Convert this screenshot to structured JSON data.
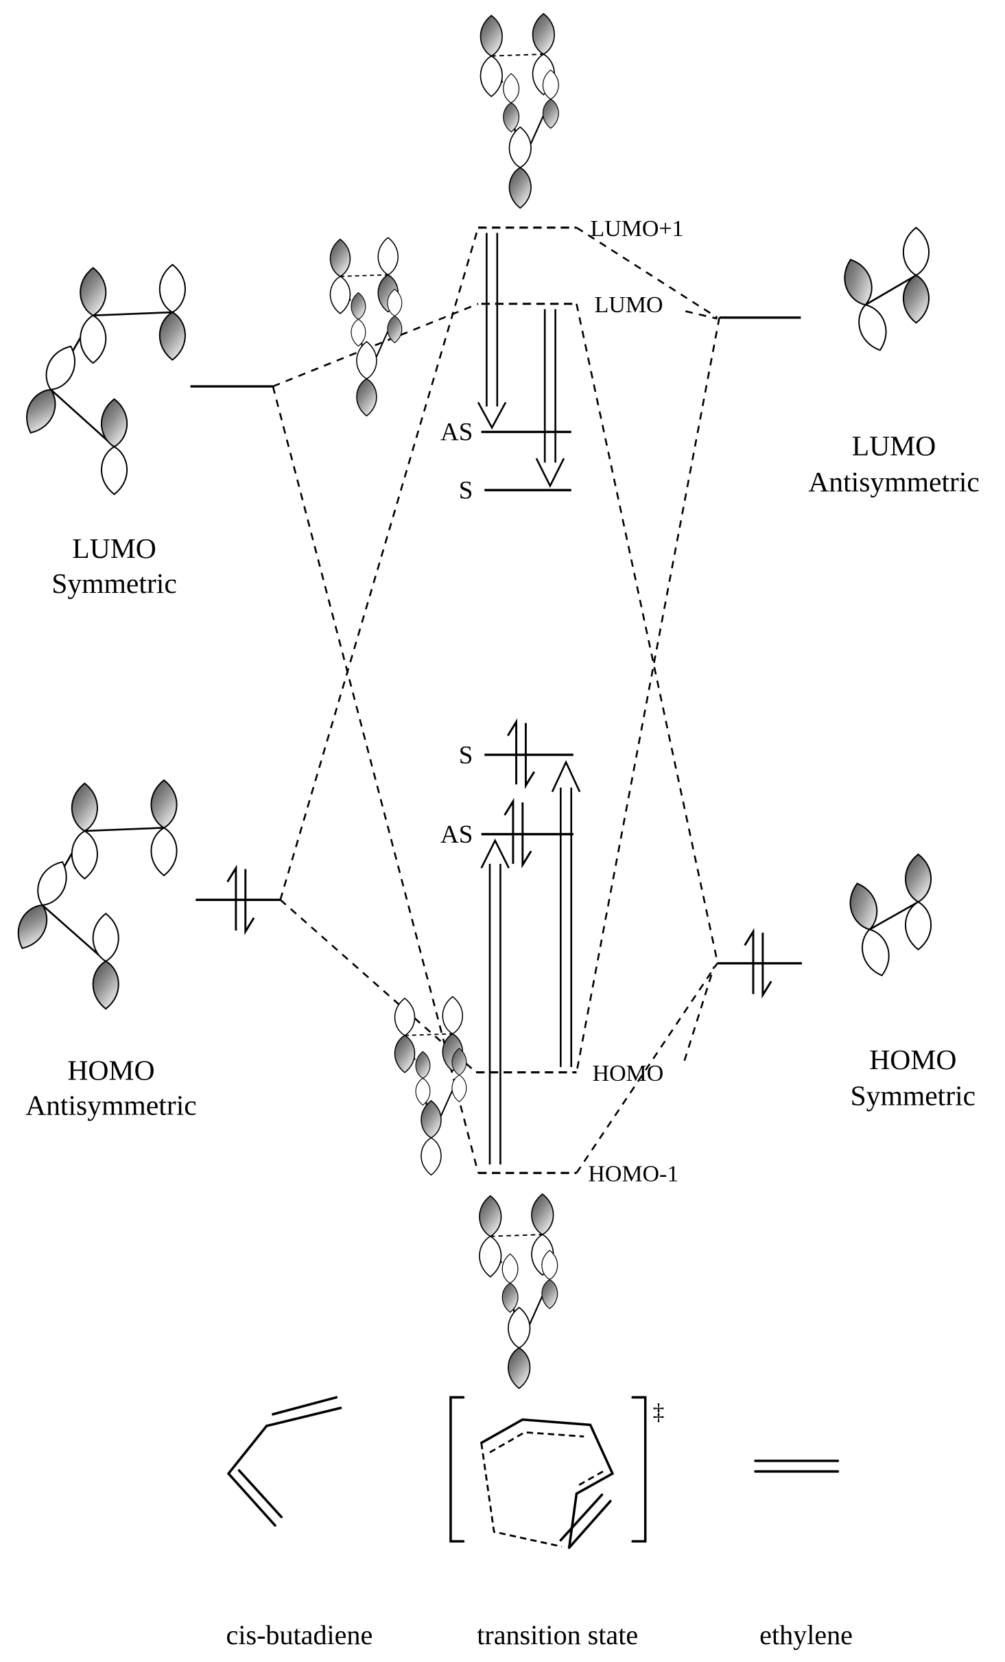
{
  "diagram": {
    "center": {
      "ts_levels": {
        "lumo_plus_1": "LUMO+1",
        "lumo": "LUMO",
        "homo": "HOMO",
        "homo_minus_1": "HOMO-1"
      },
      "combo_levels": {
        "as_upper": "AS",
        "s_upper": "S",
        "s_lower": "S",
        "as_lower": "AS"
      }
    },
    "butadiene": {
      "lumo_line1": "LUMO",
      "lumo_line2": "Symmetric",
      "homo_line1": "HOMO",
      "homo_line2": "Antisymmetric",
      "name": "cis-butadiene"
    },
    "ethylene": {
      "lumo_line1": "LUMO",
      "lumo_line2": "Antisymmetric",
      "homo_line1": "HOMO",
      "homo_line2": "Symmetric",
      "name": "ethylene"
    },
    "transition_state": {
      "name": "transition state",
      "double_dagger": "‡"
    },
    "colors": {
      "line": "#000000",
      "lobe_shaded_dark": "#474747",
      "lobe_shaded_light": "#ececec",
      "background": "#ffffff"
    }
  }
}
